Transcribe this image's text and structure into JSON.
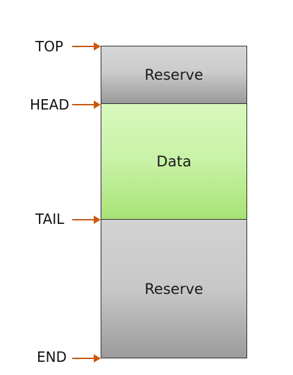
{
  "pointers": {
    "top": "TOP",
    "head": "HEAD",
    "tail": "TAIL",
    "end": "END"
  },
  "blocks": {
    "reserve_top": "Reserve",
    "data": "Data",
    "reserve_bottom": "Reserve"
  },
  "colors": {
    "arrow": "#c55a11",
    "data_fill": "#c8f2a6",
    "reserve_fill": "#c8c8c8",
    "border": "#2e2e2e"
  }
}
